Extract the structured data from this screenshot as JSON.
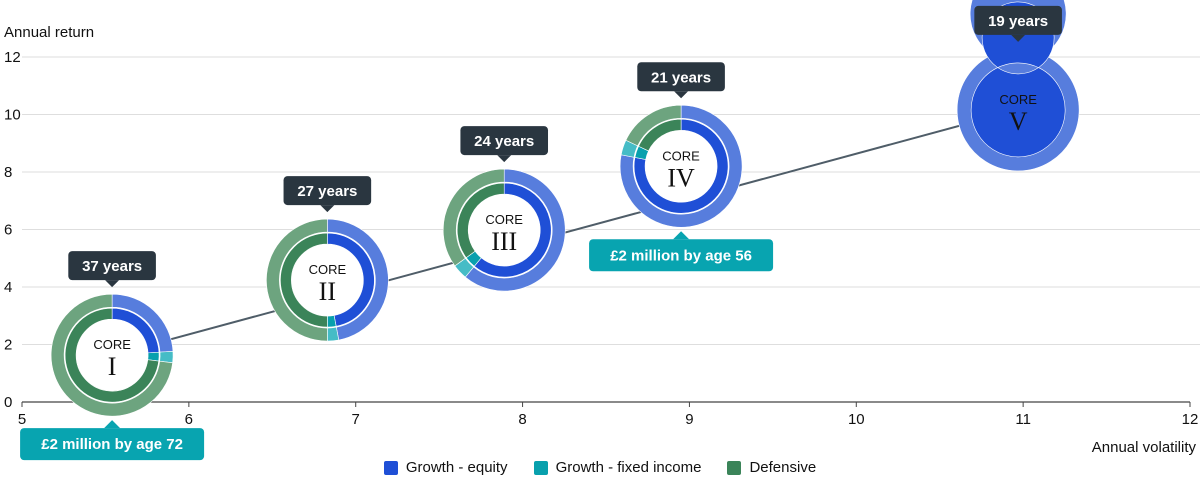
{
  "chart_data": {
    "type": "scatter",
    "xlabel": "Annual volatility",
    "ylabel": "Annual return",
    "xlim": [
      5,
      12
    ],
    "ylim": [
      0,
      12
    ],
    "xticks": [
      "5",
      "6",
      "7",
      "8",
      "9",
      "10",
      "11",
      "12"
    ],
    "yticks": [
      "0",
      "2",
      "4",
      "6",
      "8",
      "10",
      "12"
    ],
    "grid": "horizontal",
    "legend_position": "bottom",
    "legend": [
      {
        "name": "Growth - equity",
        "color": "#1f4fd6"
      },
      {
        "name": "Growth - fixed income",
        "color": "#08a0ad"
      },
      {
        "name": "Defensive",
        "color": "#3b8459"
      }
    ],
    "points": [
      {
        "label": "CORE",
        "numeral": "I",
        "x": 5.54,
        "y": 1.63,
        "tooltip": "37 years",
        "callout": "£2 million by age 72",
        "allocation": [
          24,
          3,
          73
        ]
      },
      {
        "label": "CORE",
        "numeral": "II",
        "x": 6.83,
        "y": 4.24,
        "tooltip": "27 years",
        "allocation": [
          47,
          3,
          50
        ]
      },
      {
        "label": "CORE",
        "numeral": "III",
        "x": 7.89,
        "y": 5.98,
        "tooltip": "24 years",
        "allocation": [
          61,
          4,
          35
        ]
      },
      {
        "label": "CORE",
        "numeral": "IV",
        "x": 8.95,
        "y": 8.2,
        "tooltip": "21 years",
        "callout": "£2 million by age 56",
        "allocation": [
          78,
          4,
          18
        ]
      },
      {
        "label": "CORE",
        "numeral": "V",
        "x": 10.97,
        "y": 10.16,
        "tooltip": "19 years",
        "allocation": [
          100,
          0,
          0
        ]
      }
    ]
  },
  "colors": {
    "outer": [
      "#577ddd",
      "#45bcc6",
      "#6da47f"
    ],
    "inner": [
      "#1f4fd6",
      "#08a0ad",
      "#3b8459"
    ],
    "tooltip_bg": "#2a3640",
    "callout_bg": "#08a4b0",
    "line": "#4f5d68"
  }
}
